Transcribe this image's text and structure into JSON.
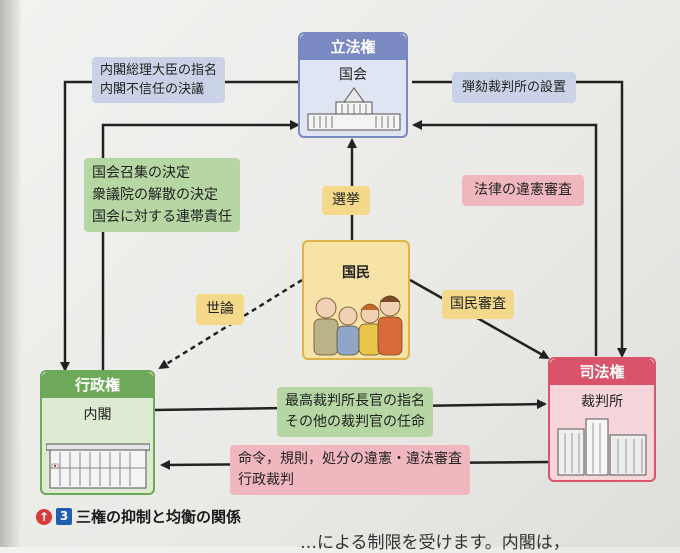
{
  "branches": {
    "legislative": {
      "title": "立法権",
      "name": "国会"
    },
    "executive": {
      "title": "行政権",
      "name": "内閣"
    },
    "judicial": {
      "title": "司法権",
      "name": "裁判所"
    }
  },
  "people": {
    "label": "国民"
  },
  "relations": {
    "leg_to_exec": [
      "内閣総理大臣の指名",
      "内閣不信任の決議"
    ],
    "exec_to_leg": [
      "国会召集の決定",
      "衆議院の解散の決定",
      "国会に対する連帯責任"
    ],
    "leg_to_jud": "弾劾裁判所の設置",
    "jud_to_leg": "法律の違憲審査",
    "people_to_leg": "選挙",
    "people_to_exec": "世論",
    "people_to_jud": "国民審査",
    "exec_to_jud": [
      "最高裁判所長官の指名",
      "その他の裁判官の任命"
    ],
    "jud_to_exec": [
      "命令，規則，処分の違憲・違法審査",
      "行政裁判"
    ]
  },
  "caption": {
    "num": "3",
    "title": "三権の抑制と均衡の関係"
  },
  "bottom_text": "…による制限を受けます。内閣は，",
  "colors": {
    "legislative": "#7b89c2",
    "executive": "#6ea859",
    "judicial": "#d9546a",
    "people": "#e9b84a"
  }
}
